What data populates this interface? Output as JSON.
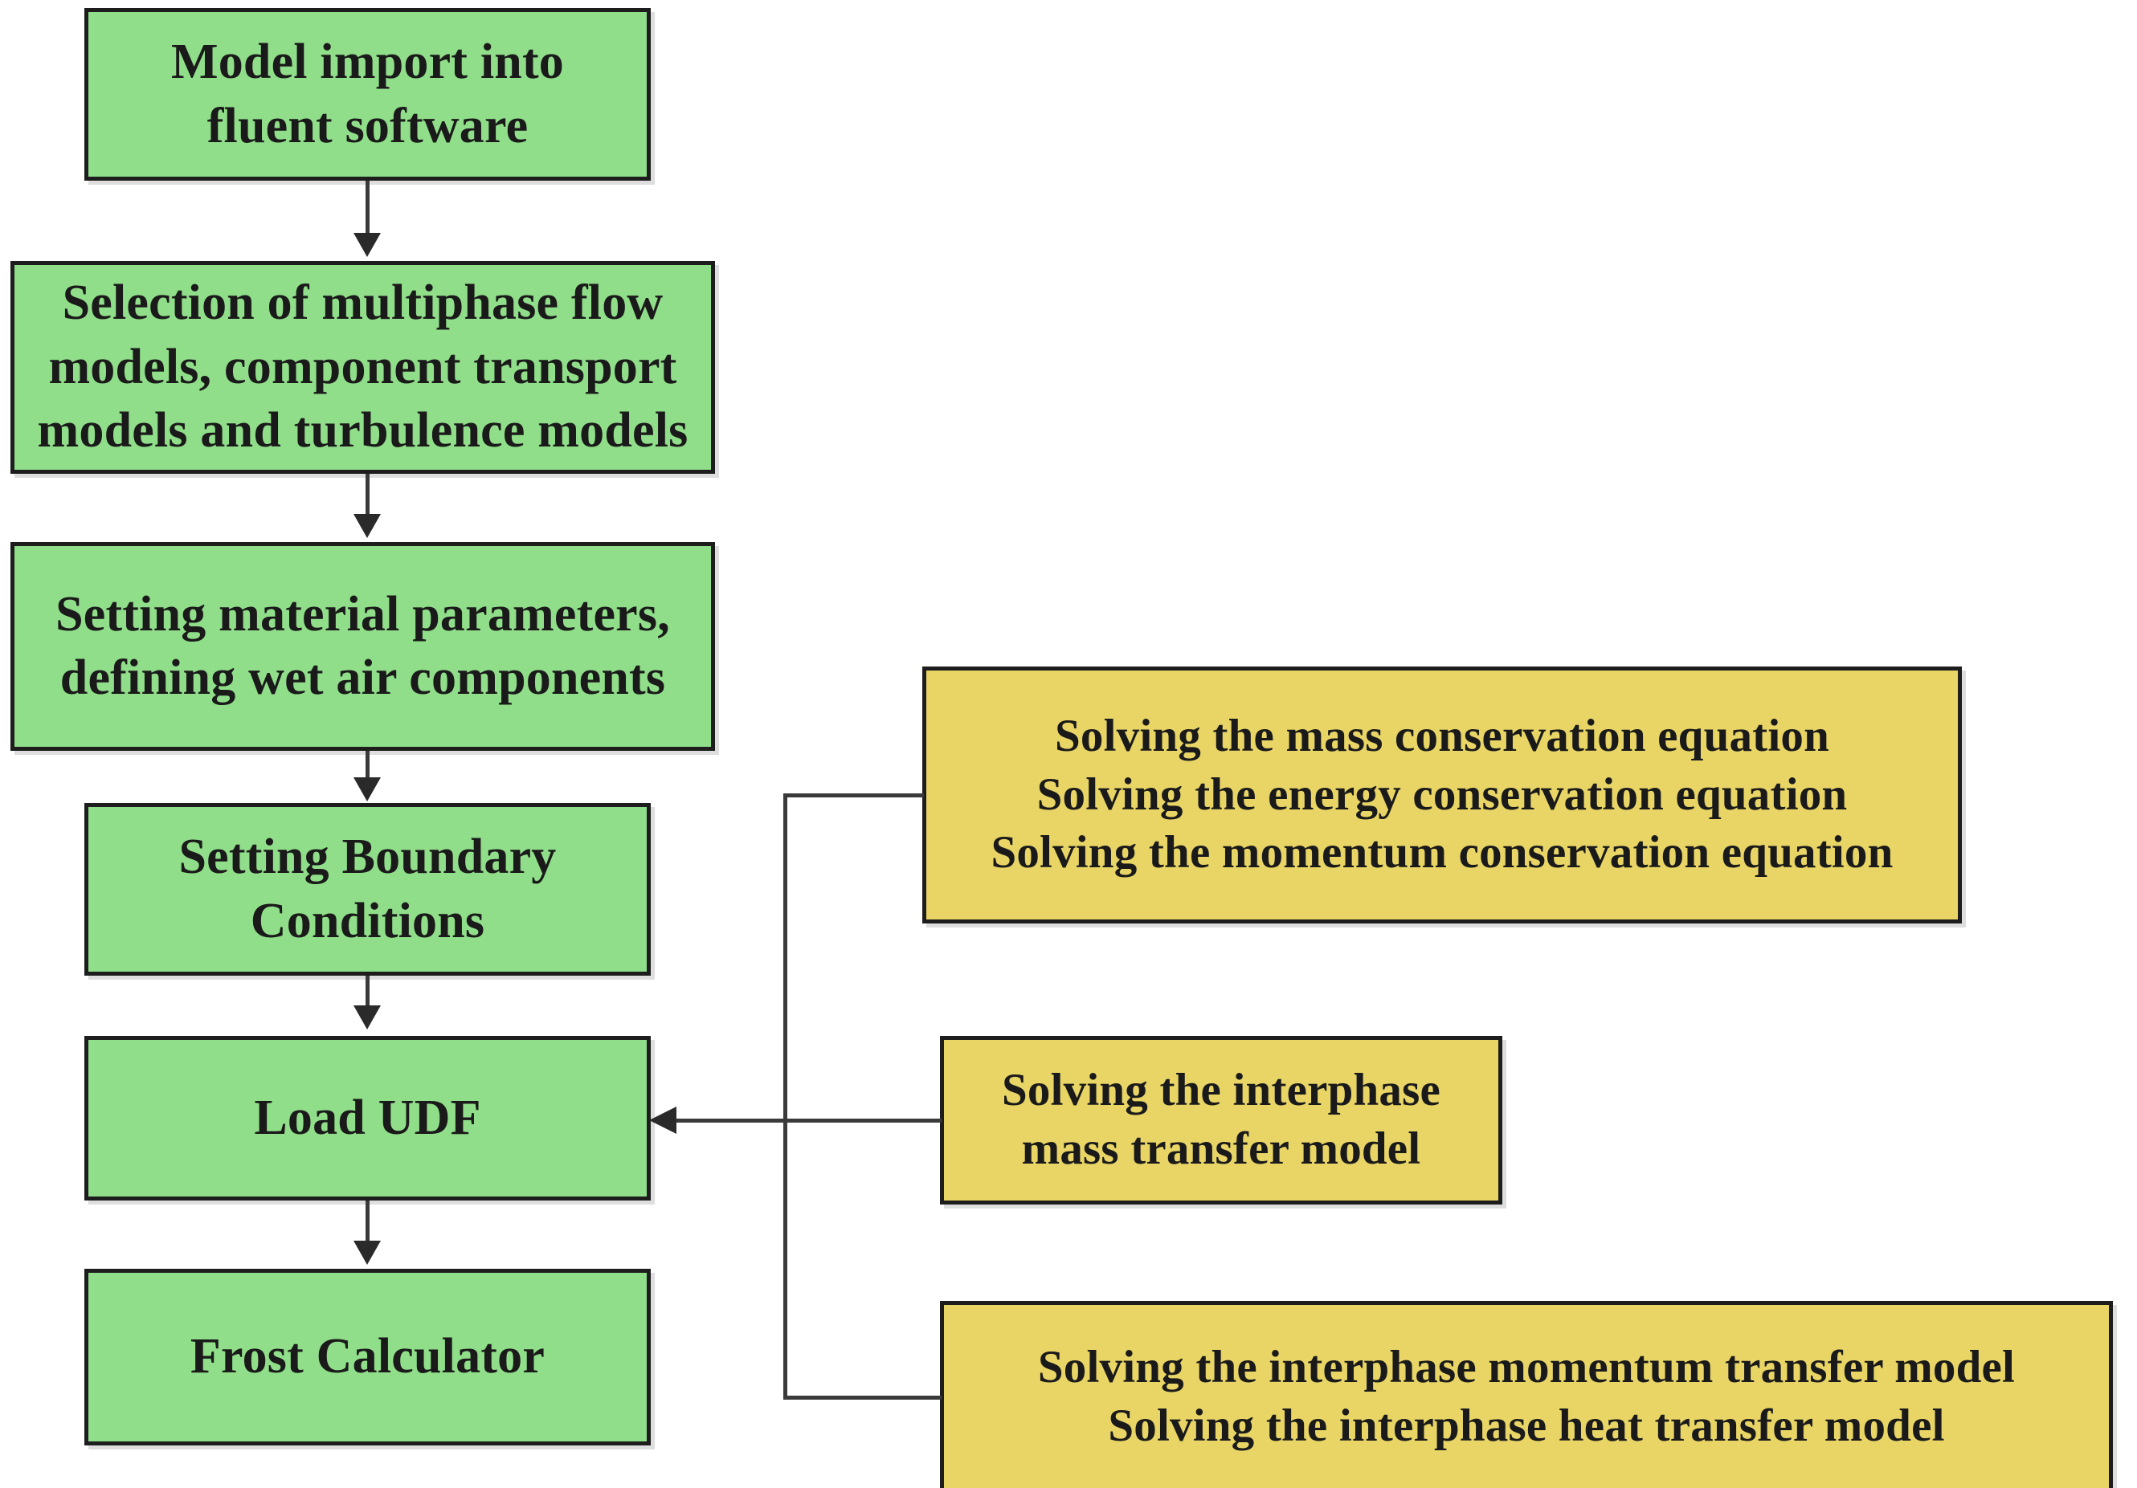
{
  "diagram": {
    "title": "CFD frost simulation workflow flowchart",
    "colors": {
      "process_fill": "#90de8a",
      "equation_fill": "#e8d566",
      "border": "#1d1d1d",
      "connector": "#3a3a3a",
      "background": "#ffffff"
    }
  },
  "process_nodes": [
    {
      "id": "import",
      "lines": [
        "Model import into",
        "fluent software"
      ]
    },
    {
      "id": "models",
      "lines": [
        "Selection of multiphase flow",
        "models, component transport",
        "models and turbulence models"
      ]
    },
    {
      "id": "material",
      "lines": [
        "Setting material parameters,",
        "defining wet air components"
      ]
    },
    {
      "id": "boundary",
      "lines": [
        "Setting Boundary",
        "Conditions"
      ]
    },
    {
      "id": "udf",
      "lines": [
        "Load UDF"
      ]
    },
    {
      "id": "frost",
      "lines": [
        "Frost Calculator"
      ]
    }
  ],
  "equation_nodes": [
    {
      "id": "conservation",
      "lines": [
        "Solving the mass conservation equation",
        "Solving the energy conservation equation",
        "Solving the momentum conservation equation"
      ]
    },
    {
      "id": "interphase-mass",
      "lines": [
        "Solving the interphase",
        "mass transfer model"
      ]
    },
    {
      "id": "interphase-momentum-heat",
      "lines": [
        "Solving the interphase momentum transfer model",
        "Solving the interphase heat transfer model"
      ]
    }
  ],
  "flow": {
    "main_sequence": [
      "import",
      "models",
      "material",
      "boundary",
      "udf",
      "frost"
    ],
    "feed_into": "udf",
    "feed_sources": [
      "conservation",
      "interphase-mass",
      "interphase-momentum-heat"
    ]
  }
}
